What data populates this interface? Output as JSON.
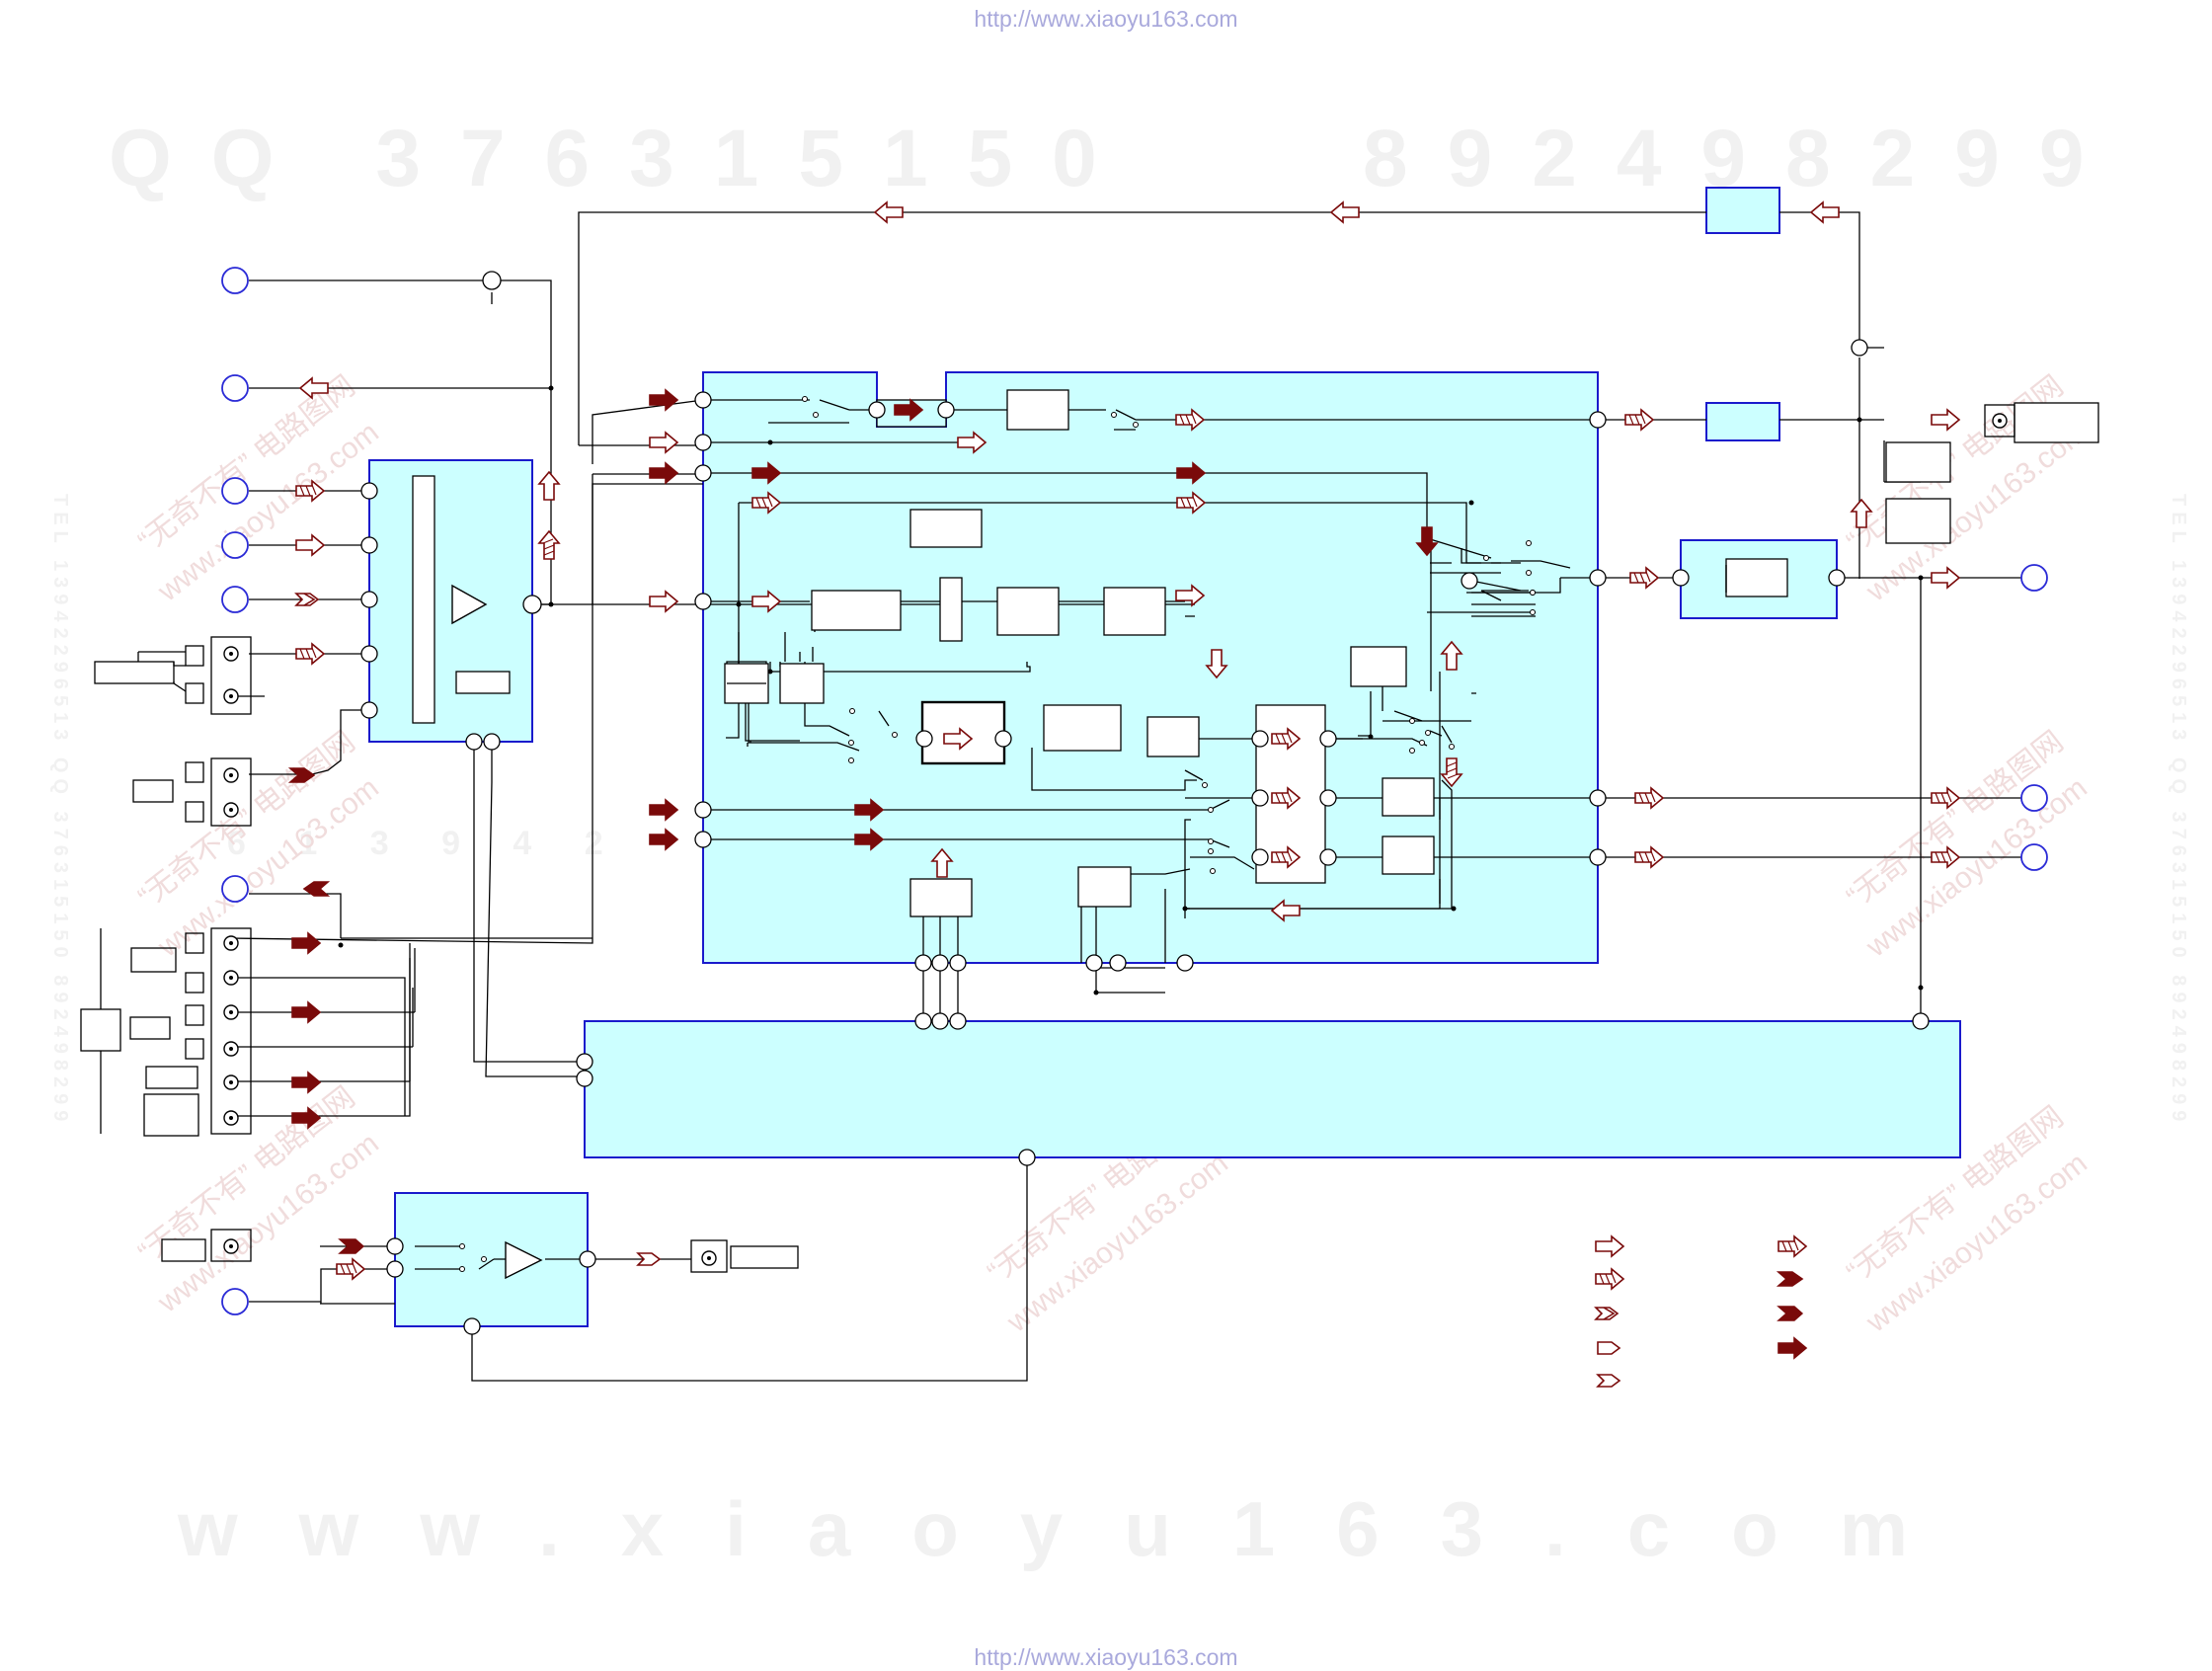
{
  "header": {
    "source_url": "http://www.xiaoyu163.com"
  },
  "footer": {
    "source_url": "http://www.xiaoyu163.com"
  },
  "watermarks": {
    "qq_line": "QQ 376315150",
    "phone_line": "892498299",
    "site_line": "www.xiaoyu163.com",
    "mid_digits": "6 1 3 9 4 2",
    "diag_cn": "“无奇不有” 电路图网",
    "diag_site": "www.xiaoyu163.com",
    "side_text": "TEL 13942296513 QQ 376315150 892498299"
  },
  "colors": {
    "block_fill": "#ccffff",
    "block_border": "#1a1acc",
    "wire": "#000000",
    "signal_arrow": "#7a0a0a",
    "connector_circle": "#2b2bd6",
    "watermark": "#efefef"
  },
  "icons": {
    "signal_arrow": "outlined-arrow-icon",
    "filled_arrow": "filled-arrow-icon",
    "connector": "connector-circle-icon",
    "jack": "rca-jack-icon",
    "amplifier": "amplifier-triangle-icon",
    "switch": "switch-contact-icon"
  }
}
